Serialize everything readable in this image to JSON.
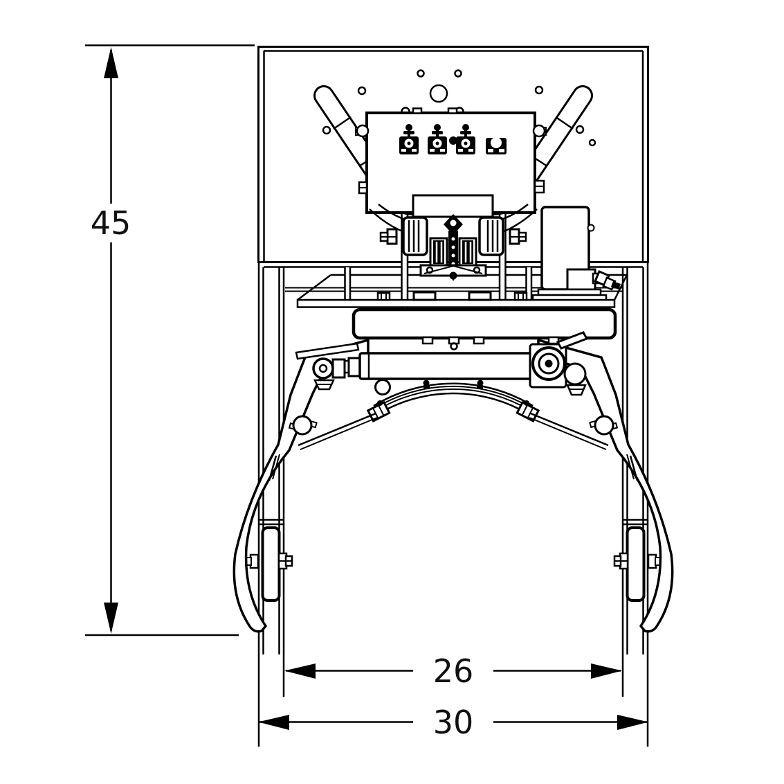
{
  "page": {
    "background": "#ffffff",
    "line_color": "#000000",
    "text_color": "#111111",
    "subject": "front-elevation technical drawing of a hydraulic drum grabber / lifter with casters"
  },
  "dimensions": {
    "height": {
      "value": "45",
      "orientation": "vertical",
      "side": "left"
    },
    "inner_width": {
      "value": "26",
      "orientation": "horizontal",
      "side": "bottom"
    },
    "overall_width": {
      "value": "30",
      "orientation": "horizontal",
      "side": "bottom"
    }
  },
  "components": {
    "back_panel": "mounting back panel with bolt holes",
    "push_handle": "U-shaped push handle",
    "control_panel": "hydraulic control valve box with three levers and one knob",
    "reservoir": "hydraulic reservoir and pump",
    "cylinder": "horizontal hydraulic cylinder",
    "band": "curved drum band",
    "arms": "two curved grab arms",
    "casters": "two caster wheels on frame legs"
  }
}
